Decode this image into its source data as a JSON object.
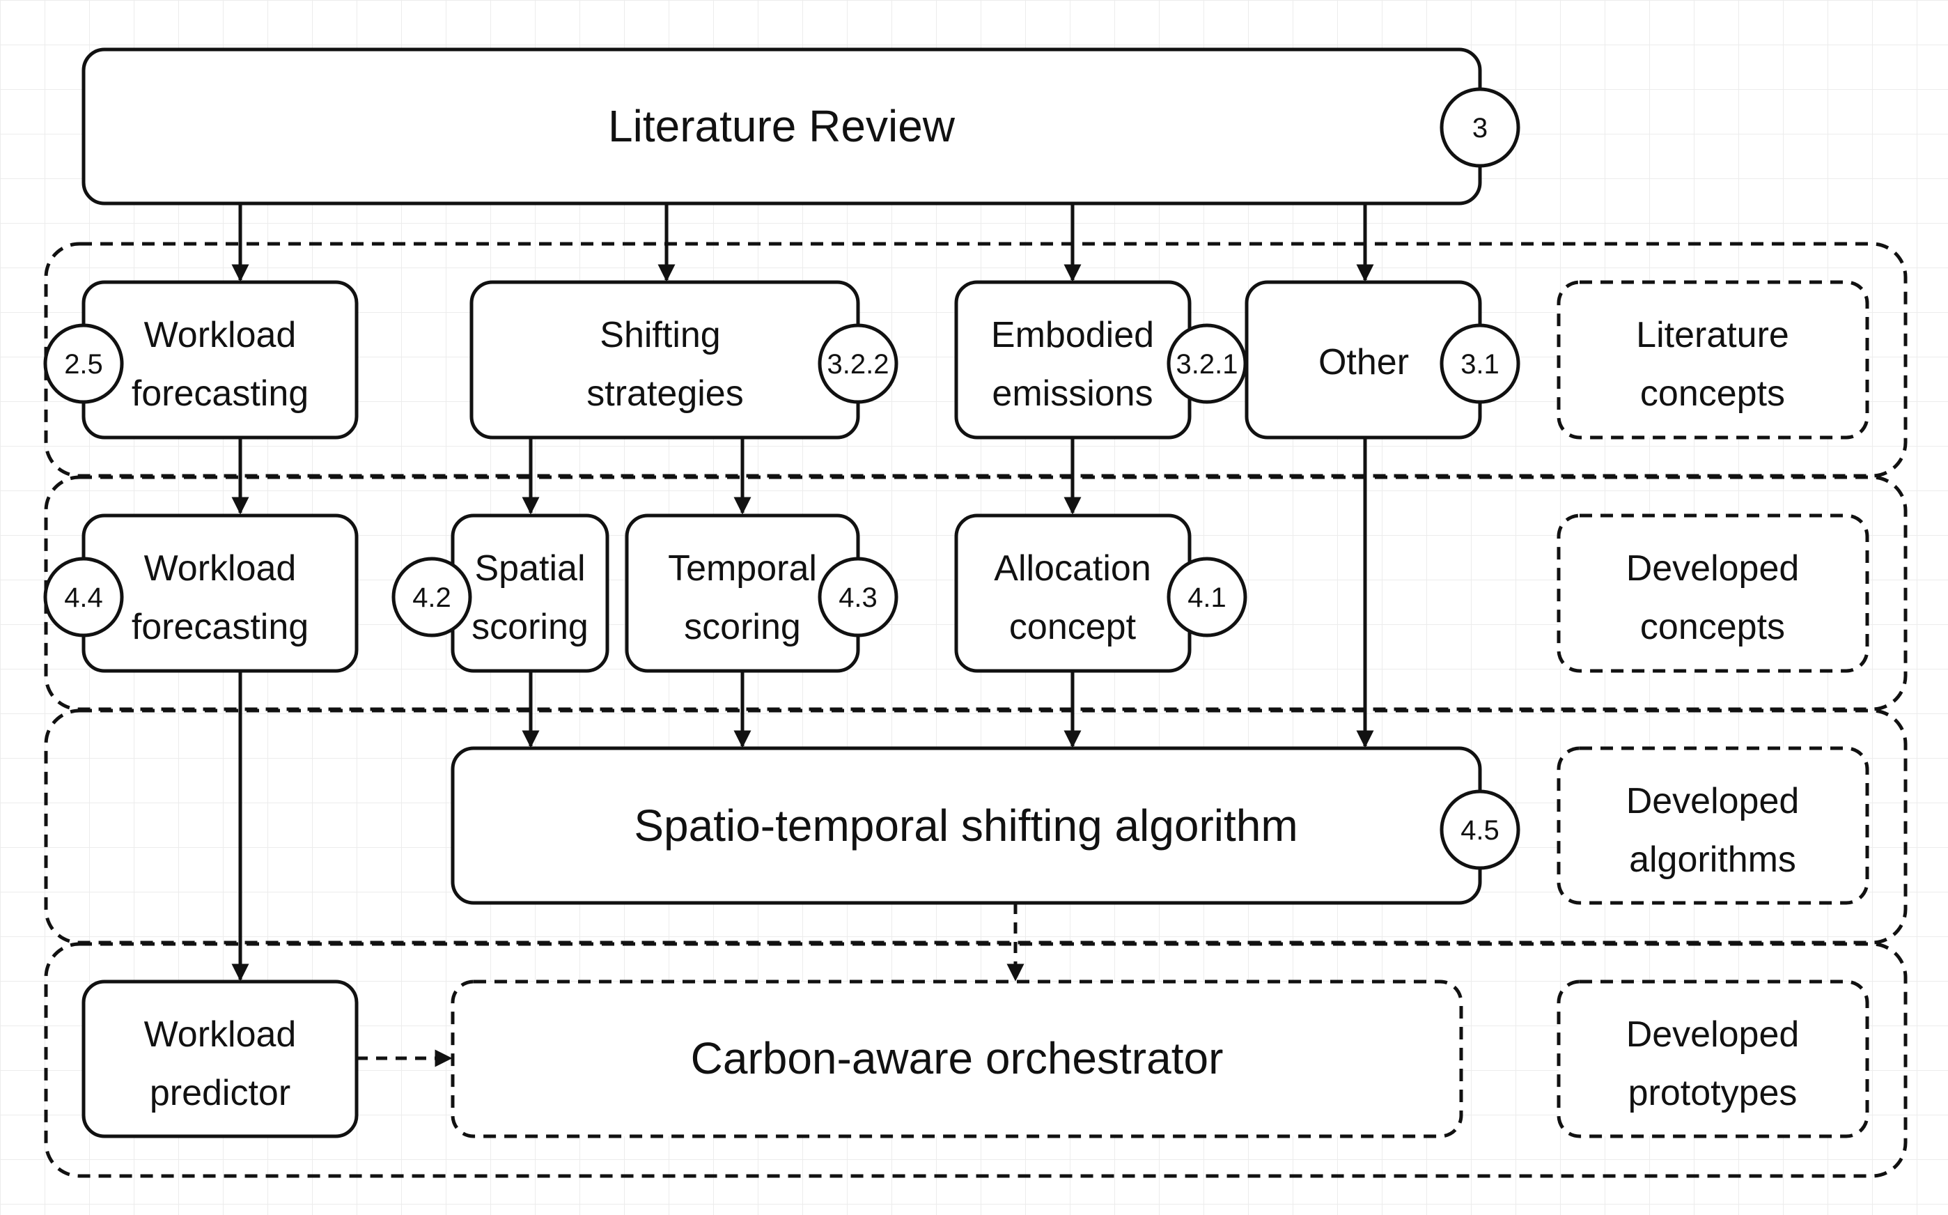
{
  "colors": {
    "stroke": "#111111",
    "background": "#ffffff",
    "grid": "#ececec"
  },
  "nodes": {
    "literature_review": {
      "label": "Literature Review",
      "badge": "3"
    },
    "lit_workload_forecasting": {
      "lines": [
        "Workload",
        "forecasting"
      ],
      "badge": "2.5"
    },
    "shifting_strategies": {
      "lines": [
        "Shifting",
        "strategies"
      ],
      "badge": "3.2.2"
    },
    "embodied_emissions": {
      "lines": [
        "Embodied",
        "emissions"
      ],
      "badge": "3.2.1"
    },
    "other": {
      "lines": [
        "Other"
      ],
      "badge": "3.1"
    },
    "dev_workload_forecasting": {
      "lines": [
        "Workload",
        "forecasting"
      ],
      "badge": "4.4"
    },
    "spatial_scoring": {
      "lines": [
        "Spatial",
        "scoring"
      ],
      "badge": "4.2"
    },
    "temporal_scoring": {
      "lines": [
        "Temporal",
        "scoring"
      ],
      "badge": "4.3"
    },
    "allocation_concept": {
      "lines": [
        "Allocation",
        "concept"
      ],
      "badge": "4.1"
    },
    "spatio_temporal_algorithm": {
      "label": "Spatio-temporal shifting algorithm",
      "badge": "4.5"
    },
    "workload_predictor": {
      "lines": [
        "Workload",
        "predictor"
      ]
    },
    "carbon_aware_orchestrator": {
      "label": "Carbon-aware orchestrator"
    }
  },
  "legend": {
    "literature_concepts": [
      "Literature",
      "concepts"
    ],
    "developed_concepts": [
      "Developed",
      "concepts"
    ],
    "developed_algorithms": [
      "Developed",
      "algorithms"
    ],
    "developed_prototypes": [
      "Developed",
      "prototypes"
    ]
  }
}
